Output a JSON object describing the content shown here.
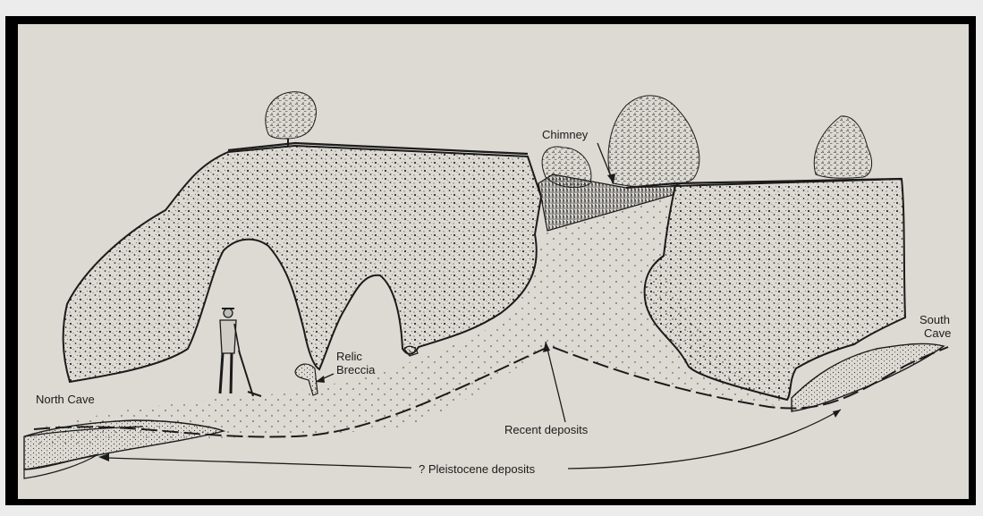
{
  "labels": {
    "chimney": "Chimney",
    "relic_line1": "Relic",
    "relic_line2": "Breccia",
    "north_cave": "North Cave",
    "south_line1": "South",
    "south_line2": "Cave",
    "recent": "Recent deposits",
    "pleistocene": "? Pleistocene deposits"
  },
  "colors": {
    "paper": "#dcdad3",
    "frame": "#000000",
    "ink": "#1b1b1b"
  }
}
